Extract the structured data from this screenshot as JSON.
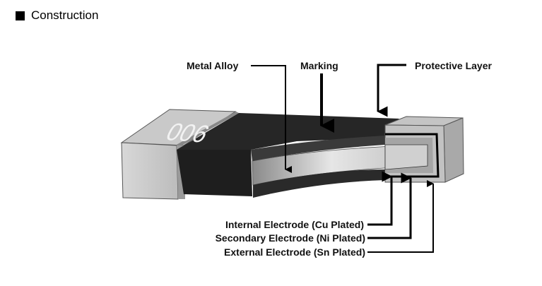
{
  "section": {
    "title": "Construction",
    "bullet_icon": "black-square"
  },
  "diagram": {
    "marking_text": "006",
    "labels": {
      "metal_alloy": "Metal Alloy",
      "marking": "Marking",
      "protective_layer": "Protective Layer",
      "internal_electrode": "Internal Electrode (Cu Plated)",
      "secondary_electrode": "Secondary Electrode (Ni Plated)",
      "external_electrode": "External Electrode (Sn Plated)"
    },
    "colors": {
      "body_dark": "#1e1e1e",
      "top_dark": "#262626",
      "terminal_light": "#c8c8c8",
      "terminal_mid": "#a8a8a8",
      "alloy_band": "#d4d4d4"
    }
  }
}
